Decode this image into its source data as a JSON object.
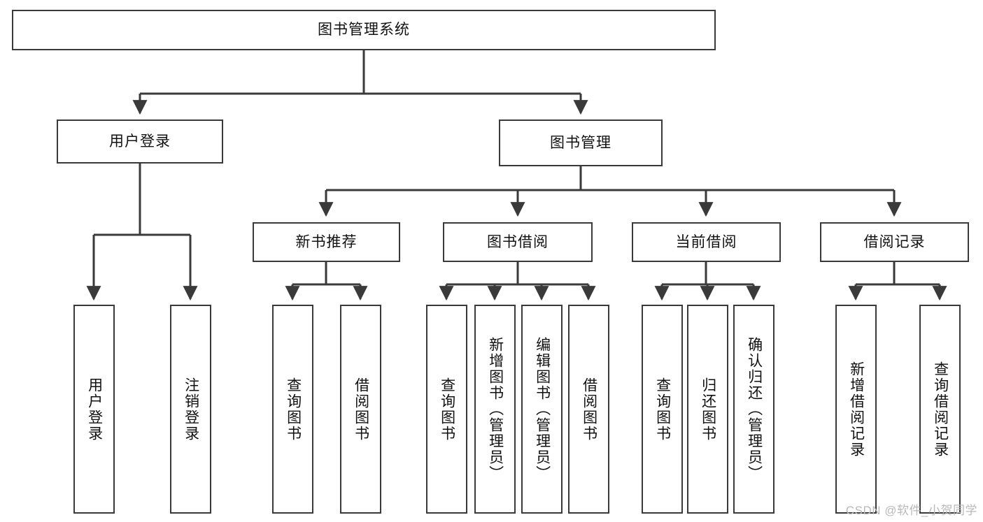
{
  "diagram": {
    "title": "图书管理系统",
    "watermark": "CSDN @软件_小贺同学",
    "colors": {
      "stroke": "#3a3a3a",
      "fill": "#ffffff",
      "text": "#111111",
      "watermark": "#b9b9b9"
    },
    "levels": {
      "root": {
        "label": "图书管理系统"
      },
      "level1": [
        {
          "label": "用户登录"
        },
        {
          "label": "图书管理"
        }
      ],
      "level2": [
        {
          "label": "新书推荐"
        },
        {
          "label": "图书借阅"
        },
        {
          "label": "当前借阅"
        },
        {
          "label": "借阅记录"
        }
      ],
      "leaves": {
        "user_login": [
          {
            "label": "用户登录"
          },
          {
            "label": "注销登录"
          }
        ],
        "new_book_recommend": [
          {
            "label": "查询图书"
          },
          {
            "label": "借阅图书"
          }
        ],
        "book_borrow": [
          {
            "label": "查询图书"
          },
          {
            "label": "新增图书（管理员）"
          },
          {
            "label": "编辑图书（管理员）"
          },
          {
            "label": "借阅图书"
          }
        ],
        "current_borrow": [
          {
            "label": "查询图书"
          },
          {
            "label": "归还图书"
          },
          {
            "label": "确认归还（管理员）"
          }
        ],
        "borrow_record": [
          {
            "label": "新增借阅记录"
          },
          {
            "label": "查询借阅记录"
          }
        ]
      }
    }
  }
}
